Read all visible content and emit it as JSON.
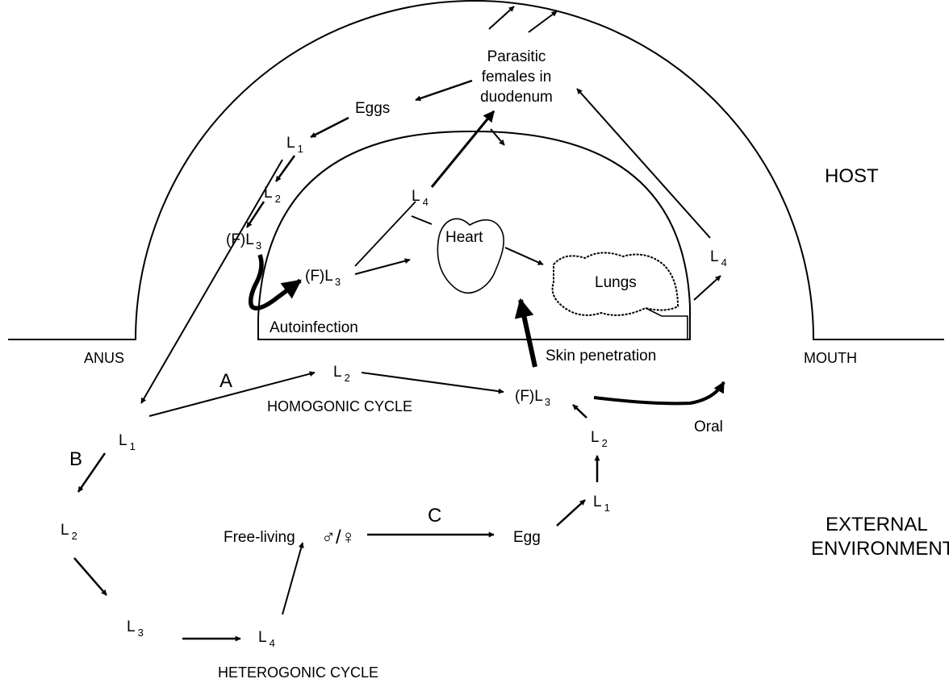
{
  "regions": {
    "host": "HOST",
    "external_line1": "EXTERNAL",
    "external_line2": "ENVIRONMENT",
    "anus": "ANUS",
    "mouth": "MOUTH"
  },
  "host": {
    "parasitic_line1": "Parasitic",
    "parasitic_line2": "females in",
    "parasitic_line3": "duodenum",
    "eggs": "Eggs",
    "heart": "Heart",
    "lungs": "Lungs",
    "autoinfection": "Autoinfection",
    "skin_penetration": "Skin penetration",
    "fl_prefix": "(F)L",
    "l_stage": "L",
    "sub_1": "1",
    "sub_2": "2",
    "sub_3": "3",
    "sub_4": "4"
  },
  "external": {
    "label_a": "A",
    "label_b": "B",
    "label_c": "C",
    "homogonic": "HOMOGONIC CYCLE",
    "heterogonic": "HETEROGONIC CYCLE",
    "free_living": "Free-living",
    "male_female_symbols": "♂/♀",
    "egg": "Egg",
    "oral": "Oral"
  }
}
